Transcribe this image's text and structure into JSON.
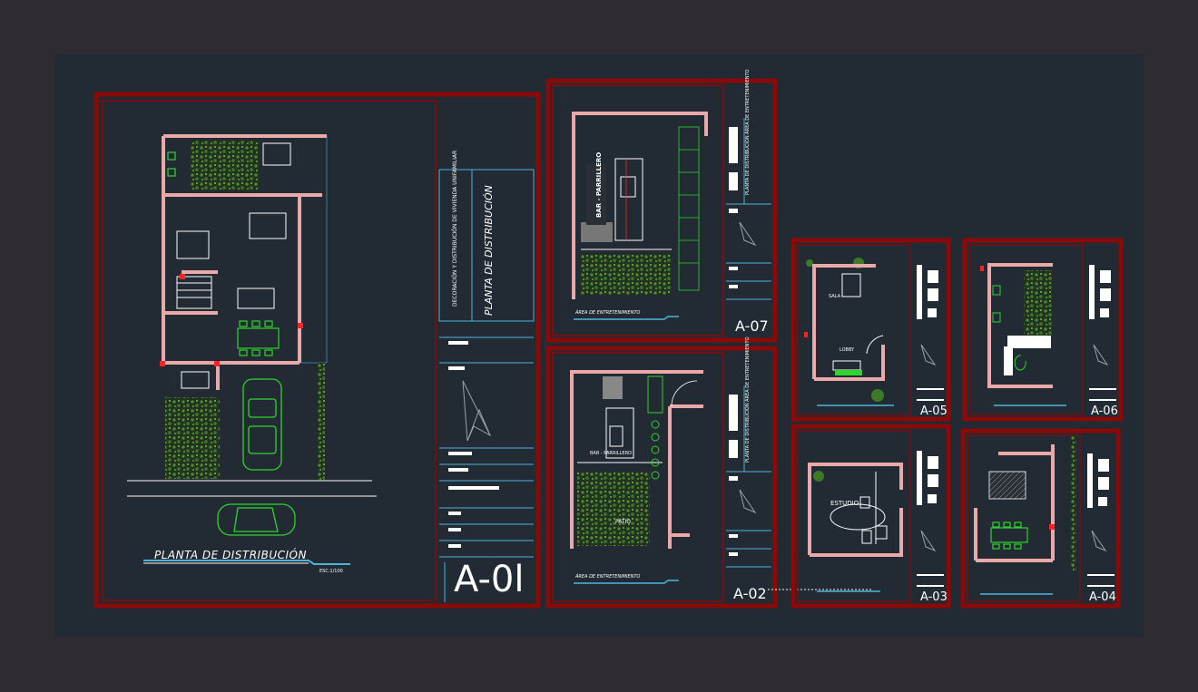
{
  "colors": {
    "background": "#2e2b32",
    "model_space": "#222a33",
    "sheet_border": "#8a0a0a",
    "wall": "#e9a9a9",
    "grid": "#4fb3d9",
    "plants": "#3f7a2a",
    "car": "#2fd42f",
    "text": "#ffffff"
  },
  "sheets": [
    {
      "id": "A-01",
      "code": "A-0l",
      "main_title": "PLANTA DE DISTRIBUCIÓN",
      "title_block_title": "PLANTA DE DISTRIBUCIÓN",
      "project": "DECORACIÓN Y DISTRIBUCIÓN DE VIVIENDA UNIFAMILIAR",
      "scale": "ESC.1/100"
    },
    {
      "id": "A-07",
      "code": "A-07",
      "caption": "ÁREA DE ENTRETENIMIENTO",
      "room_label": "BAR - PARRILLERO",
      "title_block": "PLANTA DE DISTRIBUCIÓN ÁREA DE ENTRETENIMIENTO"
    },
    {
      "id": "A-02",
      "code": "A-02",
      "caption": "ÁREA DE ENTRETENIMIENTO",
      "room_labels": [
        "BAR - PARRILLERO",
        "PATIO"
      ],
      "title_block": "PLANTA DE DISTRIBUCIÓN ÁREA DE ENTRETENIMIENTO"
    },
    {
      "id": "A-05",
      "code": "A-05",
      "room_labels": [
        "SALA",
        "LOBBY"
      ]
    },
    {
      "id": "A-06",
      "code": "A-06"
    },
    {
      "id": "A-03",
      "code": "A-03",
      "room_labels": [
        "ESTUDIO"
      ]
    },
    {
      "id": "A-04",
      "code": "A-04"
    }
  ]
}
